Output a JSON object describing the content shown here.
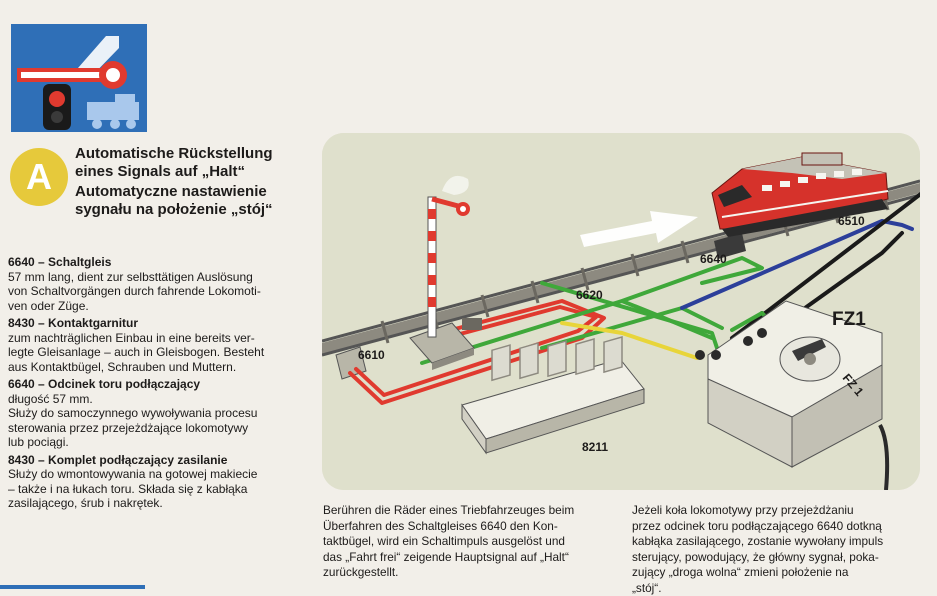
{
  "section": {
    "letter": "A",
    "title_de": [
      "Automatische Rückstellung",
      "eines Signals auf „Halt“"
    ],
    "title_pl": [
      "Automatyczne nastawienie",
      "sygnału na położenie „stój“"
    ]
  },
  "items": [
    {
      "title": "6640 – Schaltgleis",
      "text": "57 mm lang, dient zur selbsttätigen Auslösung\nvon Schaltvorgängen durch fahrende Lokomoti-\nven oder Züge."
    },
    {
      "title": "8430 – Kontaktgarnitur",
      "text": "zum nachträglichen Einbau in eine bereits ver-\nlegte Gleisanlage – auch in Gleisbogen. Besteht\naus Kontaktbügel, Schrauben und Muttern."
    },
    {
      "title": "6640 – Odcinek toru podłączający",
      "text": "długość 57 mm.\nSłuży do samoczynnego wywoływania procesu\nsterowania przez przejeżdżające lokomotywy\nlub pociągi."
    },
    {
      "title": "8430 – Komplet podłączający zasilanie",
      "text": "Służy do wmontowywania na gotowej makiecie\n– także i na łukach toru. Składa się z kabłąka\nzasilającego, śrub i nakrętek."
    }
  ],
  "diagram": {
    "labels": {
      "l6510": "6510",
      "l6640": "6640",
      "l6620": "6620",
      "l6610": "6610",
      "l8211": "8211",
      "fz1": "FZ1",
      "fz1_small": "FZ 1"
    },
    "colors": {
      "red": "#e03a2f",
      "green": "#3fa83a",
      "yellow": "#e8d53a",
      "blue": "#2c3f9a",
      "black": "#1a1a1a",
      "loco": "#d6322b"
    }
  },
  "captions": {
    "de": "Berühren die Räder eines Triebfahrzeuges beim\nÜberfahren des Schaltgleises 6640 den Kon-\ntaktbügel, wird ein Schaltimpuls ausgelöst und\ndas „Fahrt frei“ zeigende Hauptsignal auf „Halt“\nzurückgestellt.",
    "pl": "Jeżeli koła lokomotywy przy przejeżdżaniu\nprzez odcinek toru podłączającego 6640 dotkną\nkabłąka zasilającego, zostanie wywołany impuls\nsterujący, powodujący, że główny sygnał, poka-\nzujący „droga wolna“ zmieni położenie na\n„stój“."
  }
}
